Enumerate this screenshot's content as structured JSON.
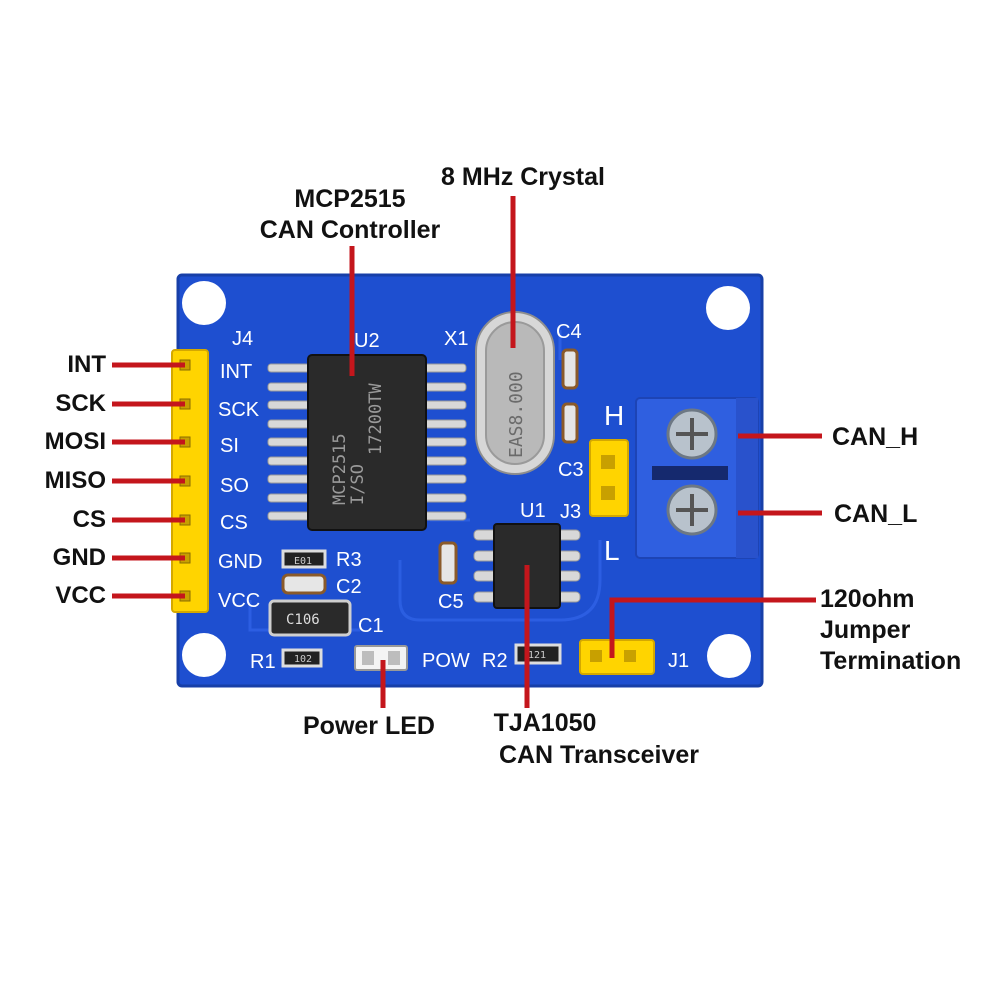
{
  "colors": {
    "board": "#1e4fd0",
    "board_edge": "#173fa8",
    "leader": "#c4161c",
    "silk": "#ffffff",
    "header": "#ffd400",
    "terminal": "#2f5fe0",
    "chip": "#2a2a2a"
  },
  "callouts": {
    "crystal": "8 MHz Crystal",
    "controller_line1": "MCP2515",
    "controller_line2": "CAN Controller",
    "can_h": "CAN_H",
    "can_l": "CAN_L",
    "jumper_line1": "120ohm",
    "jumper_line2": "Jumper",
    "jumper_line3": "Termination",
    "power_led": "Power LED",
    "transceiver_line1": "TJA1050",
    "transceiver_line2": "CAN Transceiver"
  },
  "pins": [
    "INT",
    "SCK",
    "MOSI",
    "MISO",
    "CS",
    "GND",
    "VCC"
  ],
  "silkscreen": {
    "header_ref": "J4",
    "pin_names": [
      "INT",
      "SCK",
      "SI",
      "SO",
      "CS",
      "GND",
      "VCC"
    ],
    "u2": "U2",
    "x1": "X1",
    "c4": "C4",
    "c3": "C3",
    "j3": "J3",
    "u1": "U1",
    "r3": "R3",
    "c2": "C2",
    "c5": "C5",
    "c1": "C1",
    "r1": "R1",
    "r2": "R2",
    "pow": "POW",
    "j1": "J1",
    "h": "H",
    "l": "L"
  },
  "markings": {
    "mcp_chip_line1": "MCP2515",
    "mcp_chip_line2": "I/SO",
    "mcp_chip_line3": "17200TW",
    "crystal_text": "EAS8.000",
    "cap_c106": "C106",
    "res_102": "102",
    "res_121": "121",
    "res_r3": "E01"
  }
}
